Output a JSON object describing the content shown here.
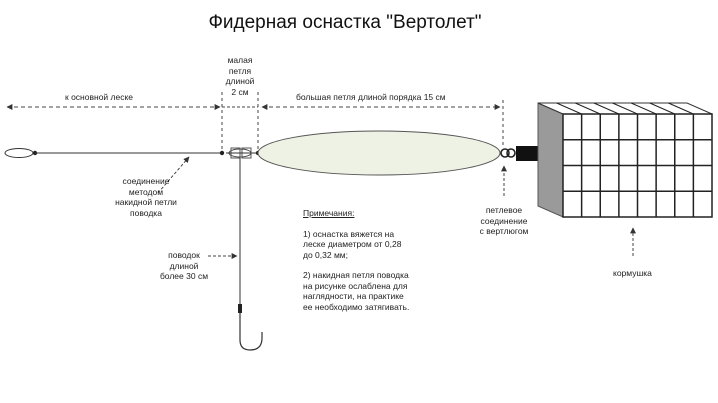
{
  "title": "Фидерная оснастка \"Вертолет\"",
  "labels": {
    "to_main_line": "к основной леске",
    "small_loop": [
      "малая",
      "петля",
      "длиной",
      "2 см"
    ],
    "big_loop": "большая петля длиной порядка 15 см",
    "leash_connection": [
      "соединение",
      "методом",
      "накидной петли",
      "поводка"
    ],
    "leash": [
      "поводок",
      "длиной",
      "более 30 см"
    ],
    "loop_swivel": [
      "петлевое",
      "соединение",
      "с вертлюгом"
    ],
    "feeder": "кормушка"
  },
  "notes": {
    "title": "Примечания:",
    "items": [
      [
        "1) оснастка вяжется на",
        "леске диаметром от 0,28",
        "до 0,32 мм;"
      ],
      [
        "2) накидная петля поводка",
        "на рисунке ослаблена для",
        "наглядности, на практике",
        "ее необходимо затягивать."
      ]
    ]
  },
  "colors": {
    "line": "#333333",
    "loop_fill": "#eef2e4",
    "feeder_front": "#ffffff",
    "feeder_side": "#9a9a9a"
  }
}
